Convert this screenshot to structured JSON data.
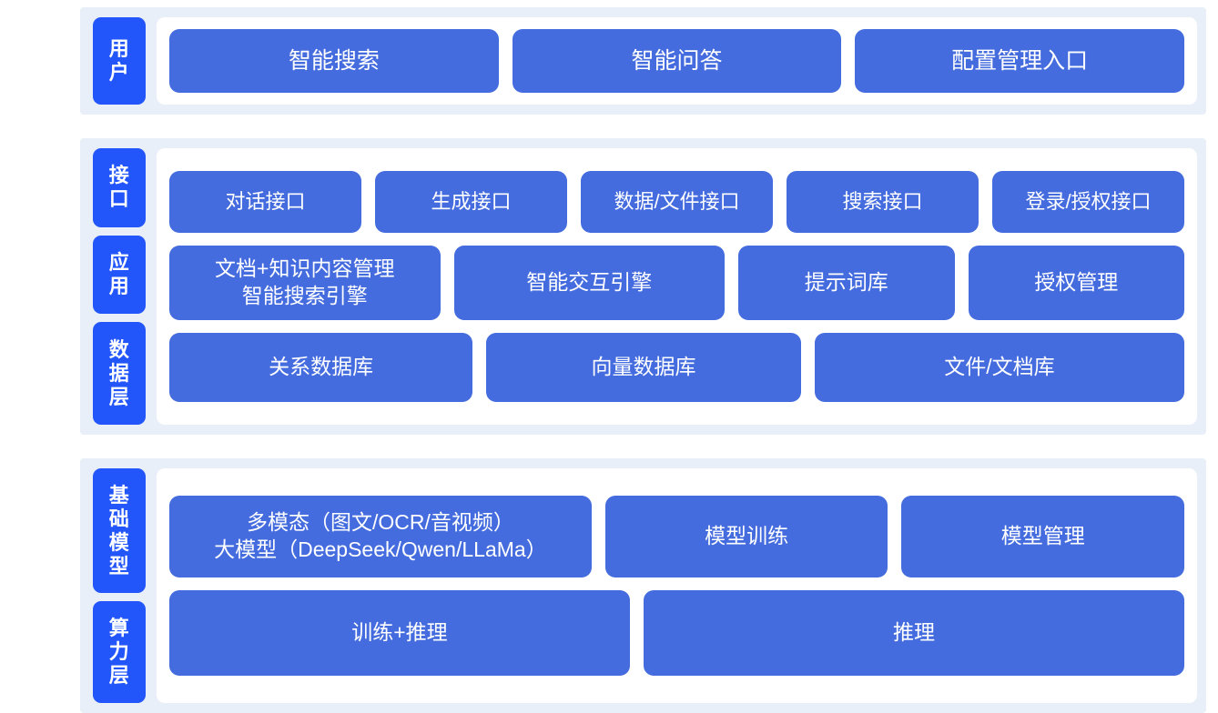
{
  "colors": {
    "band_background": "#e9eff8",
    "panel_background": "#ffffff",
    "layer_tab": "#2255fa",
    "card": "#456cde",
    "card_text": "#ffffff",
    "page_background": "#ffffff"
  },
  "sections": [
    {
      "id": "user",
      "layers": [
        {
          "id": "user",
          "label": "用户"
        }
      ],
      "rows": [
        {
          "id": "user-entries",
          "cards": [
            {
              "id": "smart-search",
              "label": "智能搜索",
              "flex": 1
            },
            {
              "id": "smart-qa",
              "label": "智能问答",
              "flex": 1
            },
            {
              "id": "config-management-entry",
              "label": "配置管理入口",
              "flex": 1
            }
          ]
        }
      ]
    },
    {
      "id": "middle",
      "layers": [
        {
          "id": "interface",
          "label": "接口"
        },
        {
          "id": "application",
          "label": "应用"
        },
        {
          "id": "data",
          "label": "数据层"
        }
      ],
      "rows": [
        {
          "id": "interface-row",
          "cards": [
            {
              "id": "dialog-interface",
              "label": "对话接口",
              "flex": 1
            },
            {
              "id": "generation-interface",
              "label": "生成接口",
              "flex": 1
            },
            {
              "id": "data-file-interface",
              "label": "数据/文件接口",
              "flex": 1
            },
            {
              "id": "search-interface",
              "label": "搜索接口",
              "flex": 1
            },
            {
              "id": "login-auth-interface",
              "label": "登录/授权接口",
              "flex": 1
            }
          ]
        },
        {
          "id": "application-row",
          "cards": [
            {
              "id": "doc-knowledge-management",
              "label": "文档+知识内容管理\n智能搜索引擎",
              "flex": 1.22
            },
            {
              "id": "smart-interaction-engine",
              "label": "智能交互引擎",
              "flex": 1.22
            },
            {
              "id": "prompt-library",
              "label": "提示词库",
              "flex": 0.96
            },
            {
              "id": "authorization-management",
              "label": "授权管理",
              "flex": 0.96
            }
          ]
        },
        {
          "id": "data-row",
          "cards": [
            {
              "id": "relational-database",
              "label": "关系数据库",
              "flex": 1
            },
            {
              "id": "vector-database",
              "label": "向量数据库",
              "flex": 1.04
            },
            {
              "id": "file-document-store",
              "label": "文件/文档库",
              "flex": 1.23
            }
          ]
        }
      ]
    },
    {
      "id": "infra",
      "layers": [
        {
          "id": "foundation-model",
          "label": "基础模型"
        },
        {
          "id": "compute",
          "label": "算力层"
        }
      ],
      "rows": [
        {
          "id": "model-row",
          "cards": [
            {
              "id": "multimodal-large-model",
              "label": "多模态（图文/OCR/音视频）\n大模型（DeepSeek/Qwen/LLaMa）",
              "flex": 1.52
            },
            {
              "id": "model-training",
              "label": "模型训练",
              "flex": 1
            },
            {
              "id": "model-management",
              "label": "模型管理",
              "flex": 1
            }
          ]
        },
        {
          "id": "compute-row",
          "cards": [
            {
              "id": "training-inference",
              "label": "训练+推理",
              "flex": 1
            },
            {
              "id": "inference",
              "label": "推理",
              "flex": 1.18
            }
          ]
        }
      ]
    }
  ]
}
